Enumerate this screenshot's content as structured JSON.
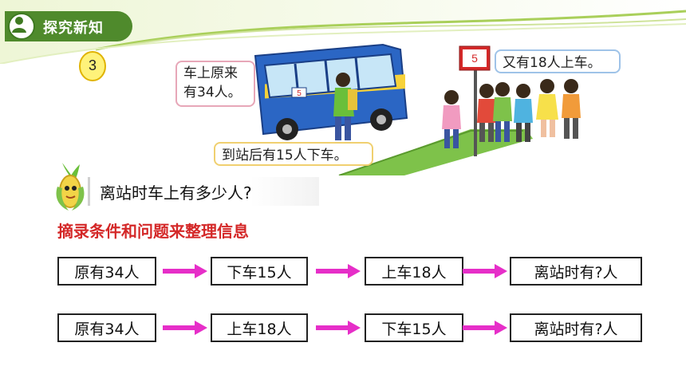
{
  "header": {
    "section_title": "探究新知",
    "badge_icon": "teacher-icon",
    "accent_color": "#4f8a2c"
  },
  "example": {
    "number": "3"
  },
  "scene": {
    "bus_callout": [
      "车上原来",
      "有34人。"
    ],
    "stop_callout": "又有18人上车。",
    "down_callout": "到站后有15人下车。",
    "bus_sign": "5",
    "stop_sign": "5"
  },
  "question": "离站时车上有多少人?",
  "instruction": "摘录条件和问题来整理信息",
  "instruction_color": "#d42828",
  "arrow_color": "#e62ec8",
  "flows": [
    {
      "steps": [
        "原有34人",
        "下车15人",
        "上车18人",
        "离站时有?人"
      ]
    },
    {
      "steps": [
        "原有34人",
        "上车18人",
        "下车15人",
        "离站时有?人"
      ]
    }
  ]
}
